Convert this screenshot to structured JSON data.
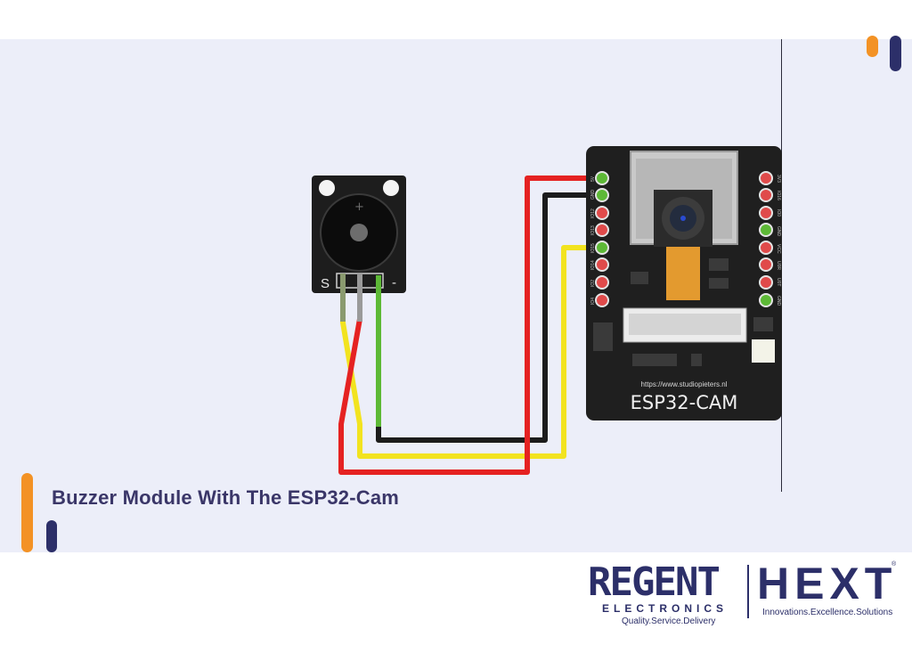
{
  "caption": "Buzzer Module With The ESP32-Cam",
  "buzzer": {
    "pin_s": "S",
    "pin_minus": "-"
  },
  "esp32": {
    "title": "ESP32-CAM",
    "url": "https://www.studiopieters.nl",
    "left_pins": [
      "5V",
      "GND",
      "IO12",
      "IO13",
      "IO15",
      "IO14",
      "IO2",
      "IO4"
    ],
    "right_pins": [
      "3V3",
      "IO16",
      "IO0",
      "GND",
      "VCC",
      "U0R",
      "U0T",
      "GND"
    ]
  },
  "logos": {
    "regent": "REGENT",
    "regent_sub": "ELECTRONICS",
    "regent_tagline": "Quality.Service.Delivery",
    "hext": "HEXT",
    "hext_tagline": "Innovations.Excellence.Solutions",
    "registered": "®"
  },
  "colors": {
    "wire_red": "#e52222",
    "wire_black": "#1c1c1c",
    "wire_yellow": "#f2e31f",
    "wire_green": "#5db936",
    "accent_orange": "#f39225",
    "accent_navy": "#2c2f69"
  }
}
